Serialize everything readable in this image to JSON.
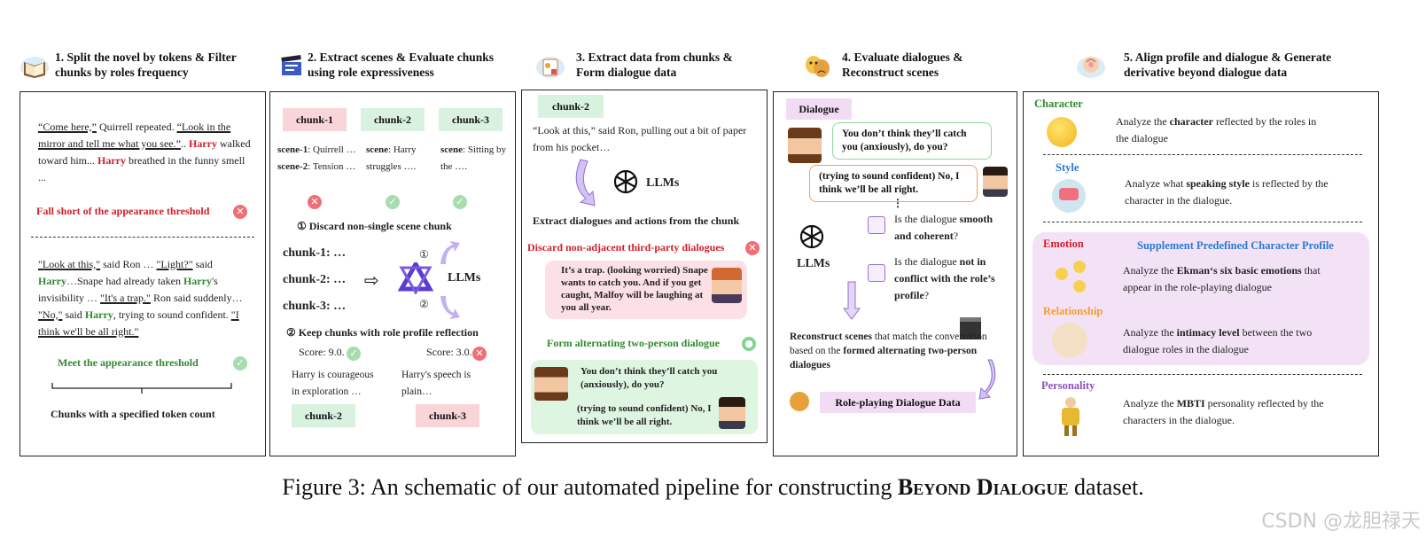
{
  "headers": [
    "1. Split the novel by tokens & Filter chunks by roles frequency",
    "2. Extract scenes & Evaluate chunks using role expressiveness",
    "3. Extract data from chunks & Form dialogue data",
    "4. Evaluate dialogues & Reconstruct scenes",
    "5. Align profile and dialogue & Generate derivative beyond dialogue data"
  ],
  "p1": {
    "q1_a": "“Come here,”",
    "q1_b": " Quirrell repeated. ",
    "q1_c": "“Look in the mirror and tell me what you see.”",
    "q1_d": ".. ",
    "harry": "Harry",
    "q1_e": " walked toward him... ",
    "q1_f": " breathed in the funny smell ...",
    "fail": "Fall short of the appearance threshold",
    "q2_a": "\"Look at this,\"",
    "q2_b": " said Ron … ",
    "q2_c": "\"Light?\"",
    "q2_d": " said ",
    "q2_e": "…Snape had already taken ",
    "q2_f": "'s invisibility … ",
    "q2_g": "\"It's a trap.\"",
    "q2_h": " Ron said suddenly… ",
    "q2_i": "\"No,\"",
    "q2_j": " said ",
    "q2_k": ", trying to sound confident. ",
    "q2_l": "\"I think we'll be all right.\"",
    "meet": "Meet the appearance threshold",
    "chunks": "Chunks with a specified token count"
  },
  "p2": {
    "chunk1": "chunk-1",
    "chunk2": "chunk-2",
    "chunk3": "chunk-3",
    "s1_label": "scene-1",
    "s1_text": ": Quirrell …",
    "s2_label": "scene-2",
    "s2_text": ": Tension …",
    "c2_label": "scene",
    "c2_text": ": Harry struggles ….",
    "c3_label": "scene",
    "c3_text": ": Sitting by the ….",
    "discard": "① Discard non-single scene chunk",
    "list1": "chunk-1: …",
    "list2": "chunk-2: …",
    "list3": "chunk-3: …",
    "n1": "①",
    "n2": "②",
    "llms": "LLMs",
    "keep": "② Keep chunks with role profile reflection",
    "score1": "Score: 9.0.",
    "score2": "Score: 3.0.",
    "exp1": "Harry is courageous in exploration …",
    "exp2": "Harry's speech is plain…",
    "out1": "chunk-2",
    "out2": "chunk-3"
  },
  "p3": {
    "chunk": "chunk-2",
    "text": "“Look at this,” said Ron, pulling out a bit of paper from his pocket…",
    "llms": "LLMs",
    "extract": "Extract dialogues and actions from the chunk",
    "discard": "Discard non-adjacent third-party dialogues",
    "pink": "It’s a trap. (looking worried) Snape wants to catch you. And if you get caught, Malfoy will be laughing at you all year.",
    "form": "Form alternating two-person dialogue",
    "g1": "You don’t think they’ll catch you (anxiously), do you?",
    "g2": "(trying to sound confident) No, I think we’ll be all right."
  },
  "p4": {
    "dialogue": "Dialogue",
    "b1": "You don’t think they’ll catch you (anxiously), do you?",
    "b2": "(trying to sound confident) No, I think we’ll be all right.",
    "dots": "⋮",
    "llms": "LLMs",
    "q1_a": "Is the dialogue ",
    "q1_b": "smooth",
    "q1_c": " and coherent",
    "q1_d": "?",
    "q2_a": "Is the dialogue ",
    "q2_b": "not in conflict with the role’s",
    "q2_c": " profile",
    "q2_d": "?",
    "r_a": "Reconstruct scenes",
    "r_b": " that match the conversation based on the ",
    "r_c": "formed alternating two-person dialogues",
    "out": "Role-playing Dialogue Data"
  },
  "p5": {
    "character": "Character",
    "ch_a": "Analyze the ",
    "ch_b": "character",
    "ch_c": " reflected by the roles in the dialogue",
    "style": "Style",
    "st_a": "Analyze what ",
    "st_b": "speaking style",
    "st_c": " is reflected by the character in the dialogue.",
    "emotion": "Emotion",
    "supplement": "Supplement Predefined Character Profile",
    "em_a": "Analyze the ",
    "em_b": "Ekman‘s six basic emotions",
    "em_c": " that appear in the role-playing dialogue",
    "relationship": "Relationship",
    "re_a": "Analyze the ",
    "re_b": "intimacy level",
    "re_c": " between the two dialogue roles in the dialogue",
    "personality": "Personality",
    "pe_a": "Analyze the ",
    "pe_b": "MBTI",
    "pe_c": " personality reflected by the characters in the dialogue."
  },
  "caption": {
    "prefix": "Figure 3: An schematic of our automated pipeline for constructing ",
    "name": "Beyond Dialogue",
    "suffix": " dataset."
  },
  "watermark": "CSDN @龙胆禄天",
  "colors": {
    "red": "#d0202b",
    "green": "#2f8a2f",
    "pink_bg": "#f9d4d8",
    "green_bg": "#d9f2df",
    "purple": "#8a4fc0",
    "blue": "#2b7bd0",
    "orange": "#f0a030"
  }
}
